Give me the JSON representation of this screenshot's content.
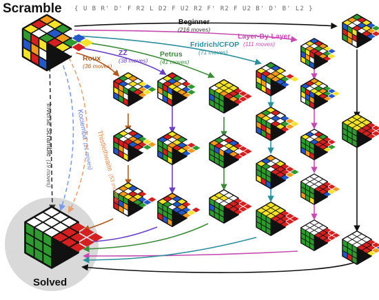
{
  "title": "Scramble",
  "scramble_sequence": "{ U B R' D' F R2 L D2 F U2 R2 F' R2 F U2 B' D' B' L2 }",
  "solved_label": "Solved",
  "methods": [
    {
      "id": "beginner",
      "name": "Beginner",
      "moves": "(216 moves)",
      "color": "#111111"
    },
    {
      "id": "lbl",
      "name": "Layer-By-Layer",
      "moves": "(111 moves)",
      "color": "#c64bb0"
    },
    {
      "id": "cfop",
      "name": "Fridrich/CFOP",
      "moves": "(71 moves)",
      "color": "#2a8f9a"
    },
    {
      "id": "petrus",
      "name": "Petrus",
      "moves": "(41 moves)",
      "color": "#3a8a3a"
    },
    {
      "id": "zz",
      "name": "ZZ",
      "moves": "(38 moves)",
      "color": "#6a3fc4"
    },
    {
      "id": "roux",
      "name": "Roux",
      "moves": "(36 moves)",
      "color": "#b05a1e"
    },
    {
      "id": "thistle",
      "name": "Thistlethwaite",
      "moves": "(53 moves)",
      "color": "#e8a070"
    },
    {
      "id": "kociemba",
      "name": "Kociemba",
      "moves": "(21 moves)",
      "color": "#7a9ae8"
    },
    {
      "id": "inverse",
      "name": "Inverse Scramble",
      "moves": "(19 moves)",
      "color": "#333333"
    }
  ],
  "cube_colors": {
    "W": "#ffffff",
    "Y": "#f5e32a",
    "R": "#d42020",
    "O": "#f39a1e",
    "G": "#2f9a2f",
    "B": "#2458c8"
  }
}
